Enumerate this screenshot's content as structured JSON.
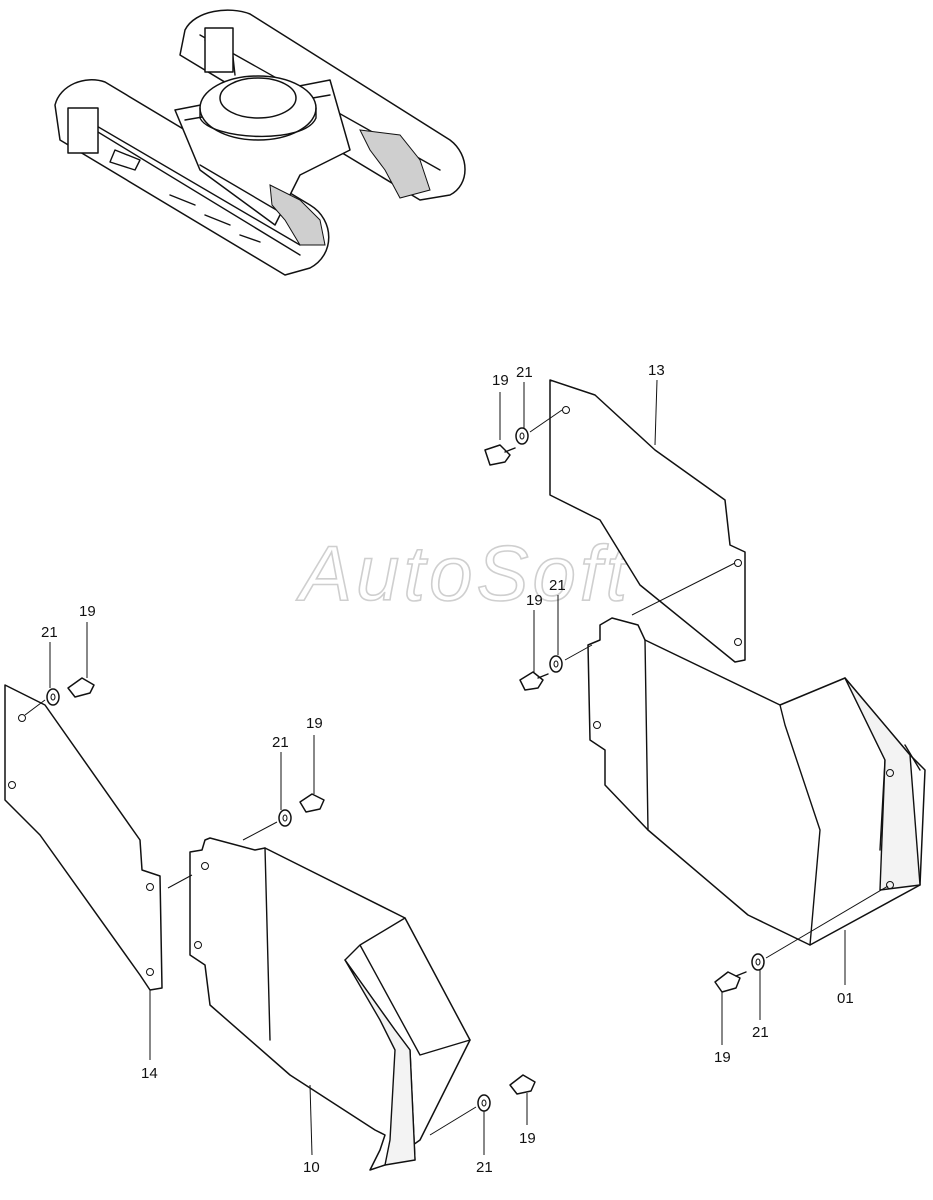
{
  "watermark": "AutoSoft",
  "callouts": [
    {
      "id": "c1",
      "text": "19"
    },
    {
      "id": "c2",
      "text": "21"
    },
    {
      "id": "c3",
      "text": "13"
    },
    {
      "id": "c4",
      "text": "19"
    },
    {
      "id": "c5",
      "text": "21"
    },
    {
      "id": "c6",
      "text": "21"
    },
    {
      "id": "c7",
      "text": "19"
    },
    {
      "id": "c8",
      "text": "21"
    },
    {
      "id": "c9",
      "text": "19"
    },
    {
      "id": "c10",
      "text": "14"
    },
    {
      "id": "c11",
      "text": "10"
    },
    {
      "id": "c12",
      "text": "21"
    },
    {
      "id": "c13",
      "text": "19"
    },
    {
      "id": "c14",
      "text": "19"
    },
    {
      "id": "c15",
      "text": "21"
    },
    {
      "id": "c16",
      "text": "01"
    }
  ]
}
